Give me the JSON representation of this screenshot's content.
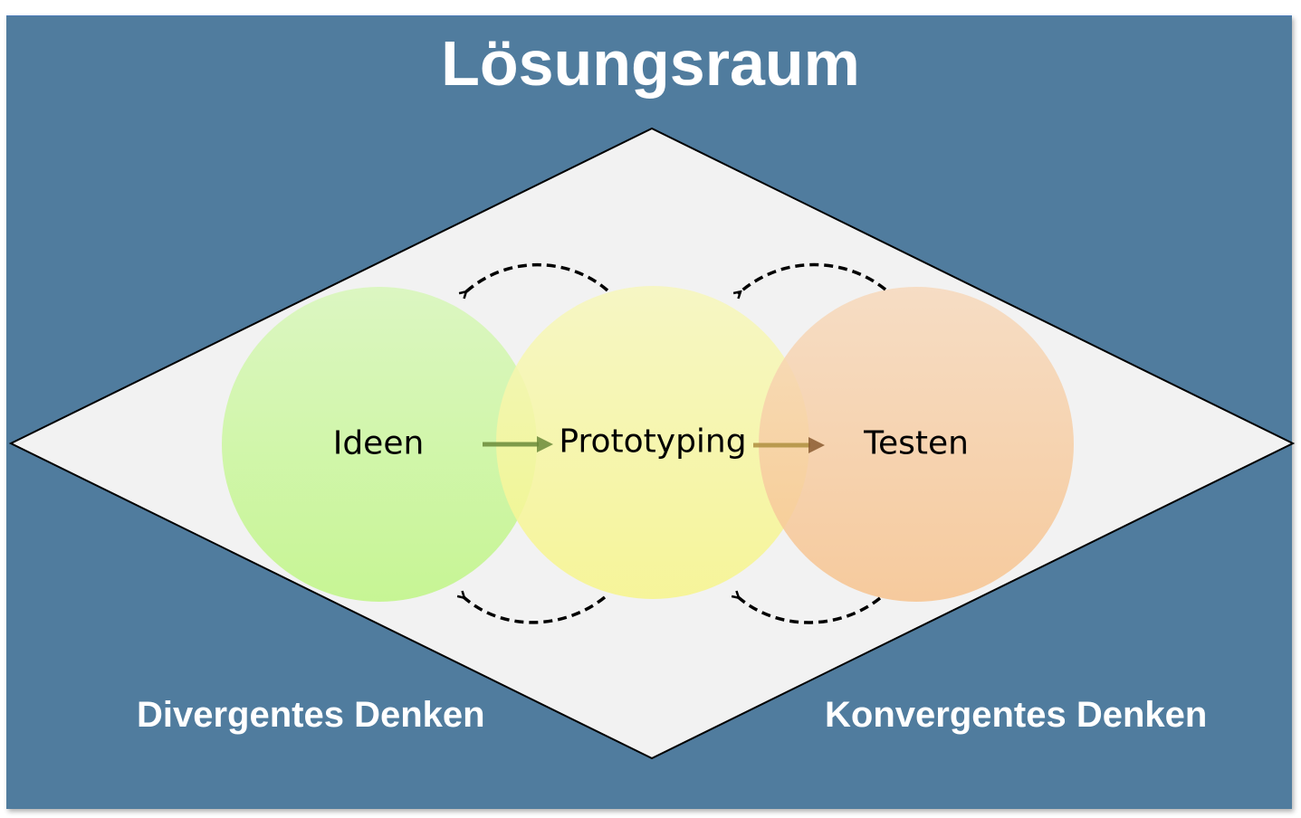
{
  "title": "Lösungsraum",
  "phases": [
    {
      "label": "Ideen",
      "color_top": "#d9f7bc",
      "color_bottom": "#c2f58a"
    },
    {
      "label": "Prototyping",
      "color_top": "#f7f7bc",
      "color_bottom": "#f7f58a"
    },
    {
      "label": "Testen",
      "color_top": "#f7d9bc",
      "color_bottom": "#f7c38e"
    }
  ],
  "bottom_labels": {
    "left": "Divergentes Denken",
    "right": "Konvergentes Denken"
  },
  "colors": {
    "background": "#507c9e",
    "diamond": "#f2f2f2",
    "arrow_forward_1": "#6b8a3a",
    "arrow_forward_2": "#8a6a3a"
  }
}
